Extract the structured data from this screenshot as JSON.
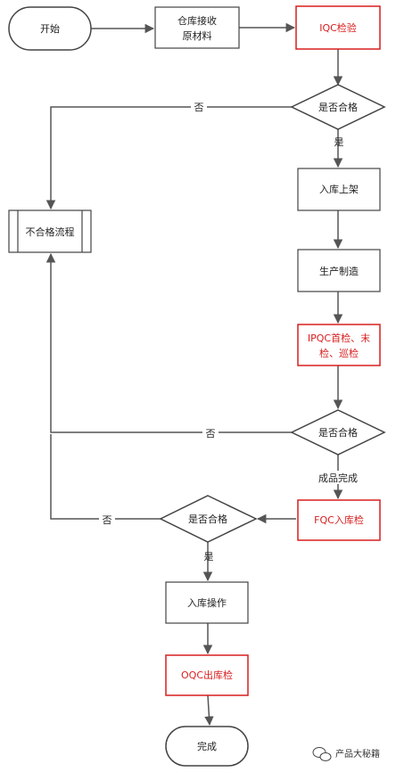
{
  "nodes": {
    "start": "开始",
    "receive_line1": "仓库接收",
    "receive_line2": "原材料",
    "iqc": "IQC检验",
    "check1": "是否合格",
    "storage": "入库上架",
    "reject": "不合格流程",
    "production": "生产制造",
    "ipqc_line1": "IPQC首检、末",
    "ipqc_line2": "检、巡检",
    "check2": "是否合格",
    "fqc": "FQC入库检",
    "check3": "是否合格",
    "inbound": "入库操作",
    "oqc": "OQC出库检",
    "done": "完成"
  },
  "edge_labels": {
    "check1_no": "否",
    "check1_yes": "是",
    "check2_no": "否",
    "check2_yes": "成品完成",
    "check3_no": "否",
    "check3_yes": "是"
  },
  "watermark": "产品大秘籍",
  "colors": {
    "stroke": "#555555",
    "highlight": "#d81e1e",
    "text": "#222222"
  }
}
